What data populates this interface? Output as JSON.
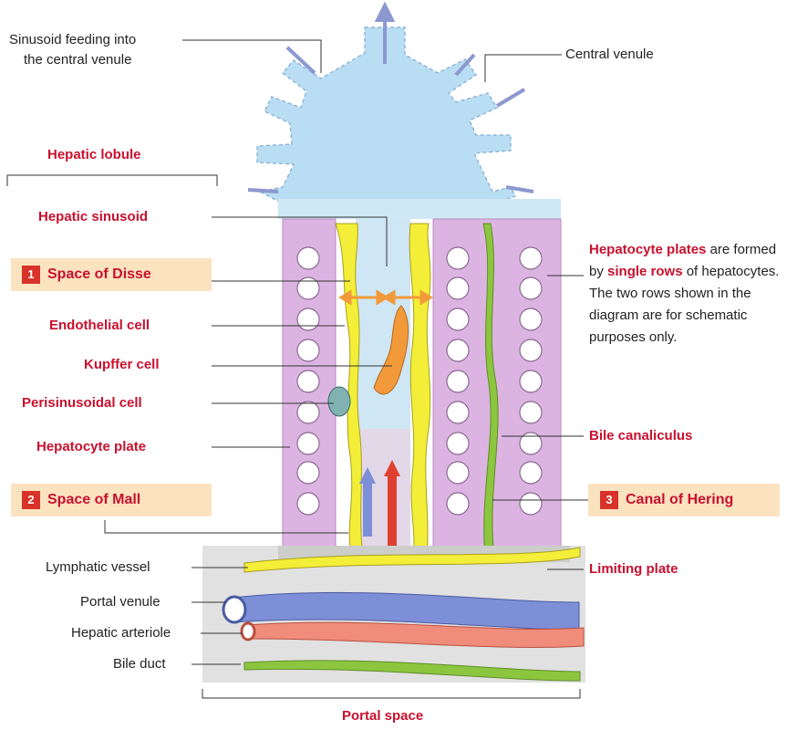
{
  "labels": {
    "sinusoid_feeding_1": "Sinusoid feeding into",
    "sinusoid_feeding_2": "the central venule",
    "central_venule": "Central venule",
    "hepatic_lobule": "Hepatic lobule",
    "hepatic_sinusoid": "Hepatic sinusoid",
    "endothelial_cell": "Endothelial cell",
    "kupffer_cell": "Kupffer cell",
    "perisinusoidal_cell": "Perisinusoidal cell",
    "hepatocyte_plate": "Hepatocyte plate",
    "bile_canaliculus": "Bile canaliculus",
    "limiting_plate": "Limiting plate",
    "lymphatic_vessel": "Lymphatic vessel",
    "portal_venule": "Portal venule",
    "hepatic_arteriole": "Hepatic arteriole",
    "bile_duct": "Bile duct",
    "portal_space": "Portal space"
  },
  "callouts": [
    {
      "number": "1",
      "label": "Space of Disse"
    },
    {
      "number": "2",
      "label": "Space of Mall"
    },
    {
      "number": "3",
      "label": "Canal of Hering"
    }
  ],
  "description": {
    "hl1": "Hepatocyte plates",
    "t1": " are formed by ",
    "hl2": "single rows",
    "t2": " of hepatocytes. The two rows shown in the diagram are for schematic purposes only."
  },
  "colors": {
    "venule_blue": "#b9ddf2",
    "hepatocyte_purple": "#dcb4e2",
    "endothelium_yellow": "#f3ee38",
    "bile_green": "#8cc63f",
    "kupffer_orange": "#f29a3a",
    "portal_vein_blue": "#7d8fd6",
    "arteriole_red": "#f08c7a",
    "label_red": "#c8102e",
    "callout_box": "#fbe3c0"
  }
}
